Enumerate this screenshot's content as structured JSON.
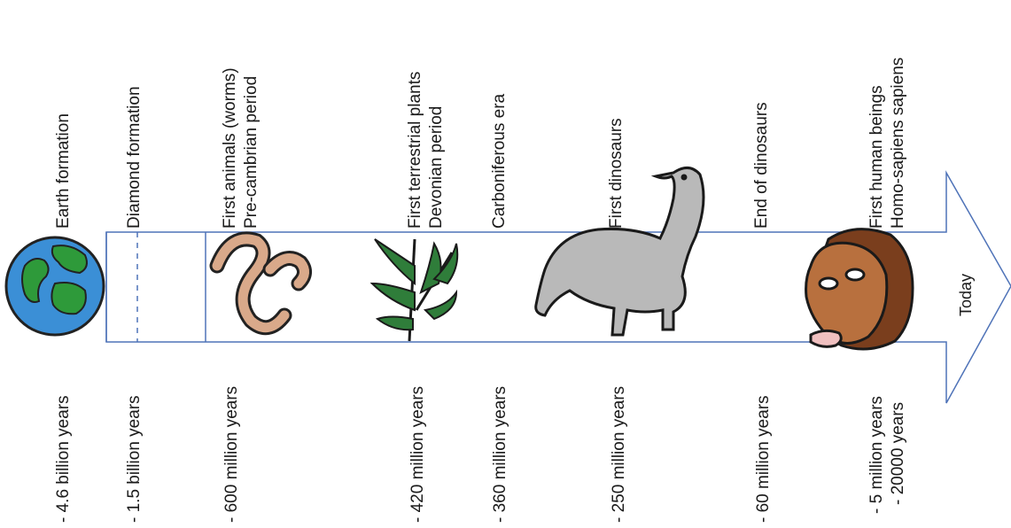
{
  "events": [
    {
      "id": "earth",
      "lines": [
        "Earth formation"
      ]
    },
    {
      "id": "diamond",
      "lines": [
        "Diamond formation"
      ]
    },
    {
      "id": "animals",
      "lines": [
        "First animals (worms)",
        "Pre-cambrian period"
      ]
    },
    {
      "id": "plants",
      "lines": [
        "First terrestrial plants",
        "Devonian period"
      ]
    },
    {
      "id": "carbon",
      "lines": [
        "Carboniferous era"
      ]
    },
    {
      "id": "dinos",
      "lines": [
        "First dinosaurs"
      ]
    },
    {
      "id": "enddinos",
      "lines": [
        "End of dinosaurs"
      ]
    },
    {
      "id": "humans",
      "lines": [
        "First human beings",
        "Homo-sapiens sapiens"
      ]
    }
  ],
  "times": [
    {
      "id": "earth",
      "lines": [
        "- 4.6 billion years"
      ]
    },
    {
      "id": "diamond",
      "lines": [
        "- 1.5 billion years"
      ]
    },
    {
      "id": "animals",
      "lines": [
        "- 600 million years"
      ]
    },
    {
      "id": "plants",
      "lines": [
        "- 420 million years"
      ]
    },
    {
      "id": "carbon",
      "lines": [
        "- 360 million years"
      ]
    },
    {
      "id": "dinos",
      "lines": [
        "- 250 million years"
      ]
    },
    {
      "id": "enddinos",
      "lines": [
        "- 60 million years"
      ]
    },
    {
      "id": "humans",
      "lines": [
        "- 5 million years",
        "- 20000 years"
      ]
    }
  ],
  "arrow_label": "Today",
  "colors": {
    "arrow": "#4f73b8",
    "earth_ocean": "#3b8fd6",
    "earth_land": "#2e9a3a",
    "worm": "#d9a98a",
    "fern": "#2f7d3a",
    "dino": "#b9b9b9",
    "face": "#b8703e",
    "hair": "#7a3e1d"
  }
}
